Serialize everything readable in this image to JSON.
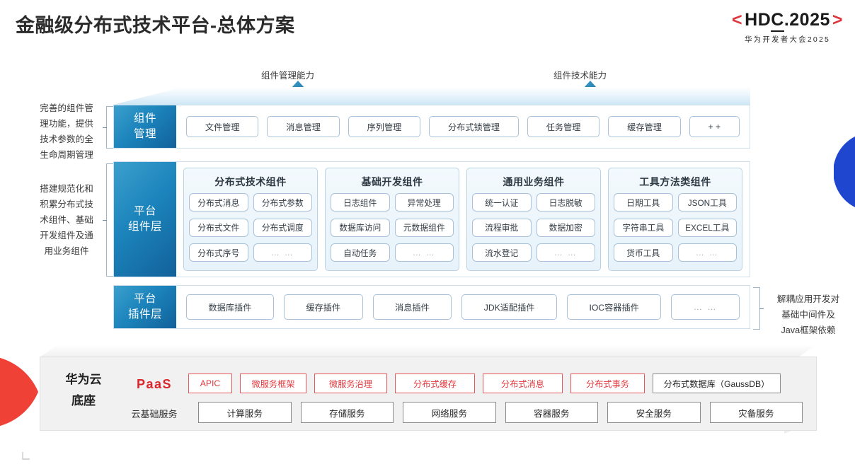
{
  "header": {
    "title": "金融级分布式技术平台-总体方案",
    "logo_bracket_left": "<",
    "logo_bracket_right": ">",
    "logo_main_a": "HD",
    "logo_main_u": "C",
    "logo_main_b": ".2025",
    "logo_sub": "华为开发者大会2025"
  },
  "arrows": [
    {
      "label": "组件管理能力"
    },
    {
      "label": "组件技术能力"
    }
  ],
  "notes": {
    "left_top": "完善的组件管理功能，提供技术参数的全生命周期管理",
    "left_top_lines": [
      "完善的组件管",
      "理功能，提供",
      "技术参数的全",
      "生命周期管理"
    ],
    "left_bottom_lines": [
      "搭建规范化和",
      "积累分布式技",
      "术组件、基础",
      "开发组件及通",
      "用业务组件"
    ],
    "right_lines": [
      "解耦应用开发对",
      "基础中间件及",
      "Java框架依赖"
    ]
  },
  "layers": {
    "component_management": {
      "title_lines": [
        "组件",
        "管理"
      ],
      "items": [
        "文件管理",
        "消息管理",
        "序列管理",
        "分布式锁管理",
        "任务管理",
        "缓存管理",
        "+ +"
      ]
    },
    "platform_component": {
      "title_lines": [
        "平台",
        "组件层"
      ],
      "groups": [
        {
          "head": "分布式技术组件",
          "items": [
            "分布式消息",
            "分布式参数",
            "分布式文件",
            "分布式调度",
            "分布式序号",
            "… …"
          ]
        },
        {
          "head": "基础开发组件",
          "items": [
            "日志组件",
            "异常处理",
            "数据库访问",
            "元数据组件",
            "自动任务",
            "… …"
          ]
        },
        {
          "head": "通用业务组件",
          "items": [
            "统一认证",
            "日志脱敏",
            "流程审批",
            "数据加密",
            "流水登记",
            "… …"
          ]
        },
        {
          "head": "工具方法类组件",
          "items": [
            "日期工具",
            "JSON工具",
            "字符串工具",
            "EXCEL工具",
            "货币工具",
            "… …"
          ]
        }
      ]
    },
    "platform_plugin": {
      "title_lines": [
        "平台",
        "插件层"
      ],
      "items": [
        "数据库插件",
        "缓存插件",
        "消息插件",
        "JDK适配插件",
        "IOC容器插件",
        "… …"
      ]
    }
  },
  "base": {
    "title_lines": [
      "华为云",
      "底座"
    ],
    "paas_label": "PaaS",
    "cloud_label": "云基础服务",
    "paas_items": [
      {
        "text": "APIC",
        "style": "red",
        "width": 62
      },
      {
        "text": "微服务框架",
        "style": "red",
        "width": 94
      },
      {
        "text": "微服务治理",
        "style": "red",
        "width": 103
      },
      {
        "text": "分布式缓存",
        "style": "red",
        "width": 113
      },
      {
        "text": "分布式消息",
        "style": "red",
        "width": 113
      },
      {
        "text": "分布式事务",
        "style": "red",
        "width": 105
      },
      {
        "text": "分布式数据库（GaussDB）",
        "style": "gray",
        "width": 181
      }
    ],
    "cloud_items": [
      "计算服务",
      "存储服务",
      "网络服务",
      "容器服务",
      "安全服务",
      "灾备服务"
    ]
  },
  "colors": {
    "brand_red": "#e0353a",
    "layer_blue_light": "#3ba0cd",
    "layer_blue_dark": "#12619a",
    "pill_border": "#a7c2da",
    "paas_red": "#e0383d",
    "base_bg": "#f1f1f1",
    "lens_blue": "#1f46cf"
  }
}
